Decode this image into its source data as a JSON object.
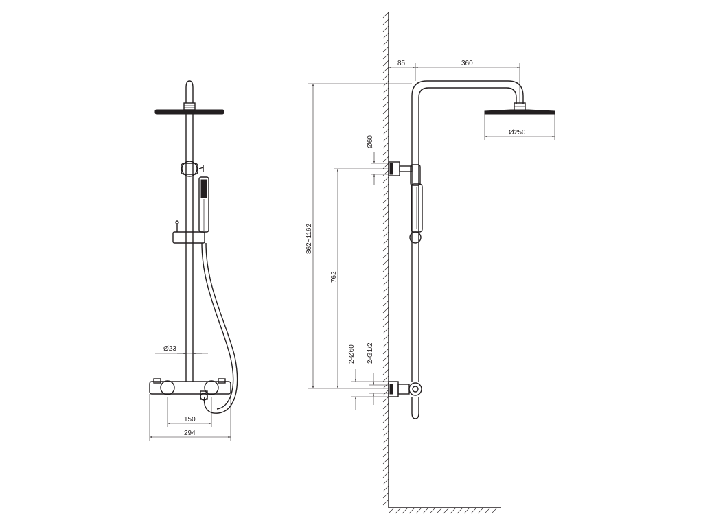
{
  "front_view": {
    "dims": {
      "pipe_diameter": "Ø23",
      "mixer_spacing": "150",
      "mixer_width": "294"
    }
  },
  "side_view": {
    "dims": {
      "wall_offset": "85",
      "arm_length": "360",
      "head_diameter": "Ø250",
      "flange_diameter": "Ø60",
      "total_height": "862~1162",
      "bracket_height": "762",
      "inlet_flanges": "2-Ø60",
      "inlet_threads": "2-G1/2"
    }
  }
}
